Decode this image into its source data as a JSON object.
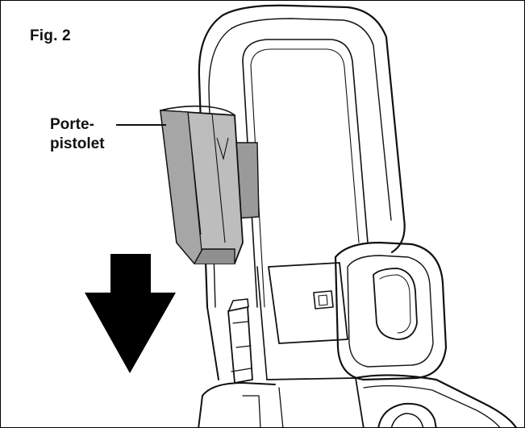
{
  "figure": {
    "title": "Fig. 2",
    "callout_label_line1": "Porte-",
    "callout_label_line2": "pistolet"
  },
  "colors": {
    "outline": "#111111",
    "holster_fill": "#bdbdbd",
    "holster_shade": "#8f8f8f",
    "arrow_fill": "#000000",
    "background": "#ffffff"
  },
  "icons": {
    "arrow": "down-arrow-icon"
  }
}
